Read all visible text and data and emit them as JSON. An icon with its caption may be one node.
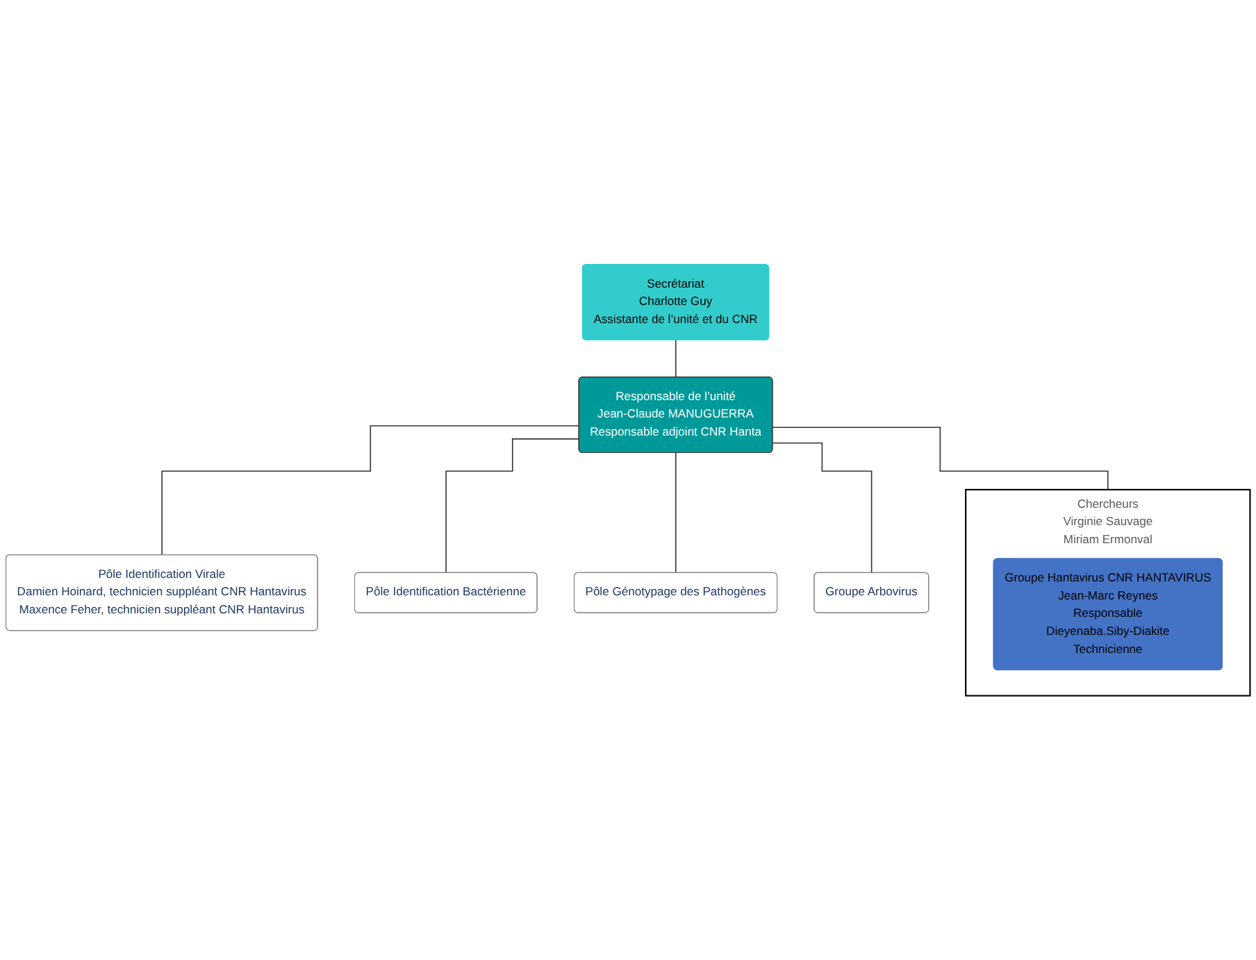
{
  "diagram": {
    "nodes": [
      {
        "text": [
          "Secrétariat",
          "Charlotte Guy",
          "Assistante de l’unité et du CNR"
        ]
      },
      {
        "text": [
          "Responsable de l’unité",
          "Jean-Claude MANUGUERRA",
          "Responsable adjoint CNR Hanta"
        ]
      },
      {
        "text": [
          "Pôle Identification Virale",
          "Damien Hoinard, technicien suppléant CNR Hantavirus",
          "Maxence Feher, technicien suppléant CNR Hantavirus"
        ]
      },
      {
        "text": [
          "Pôle Identification Bactérienne"
        ]
      },
      {
        "text": [
          "Pôle Génotypage des Pathogènes"
        ]
      },
      {
        "text": [
          "Groupe Arbovirus"
        ]
      },
      {
        "text": [
          "Chercheurs",
          "Virginie Sauvage",
          "Miriam Ermonval"
        ]
      },
      {
        "text": [
          "Groupe Hantavirus CNR HANTAVIRUS",
          "Jean-Marc Reynes",
          "Responsable",
          "Dieyenaba.Siby-Diakite",
          "Technicienne"
        ],
        "in": 6
      }
    ],
    "edges": [
      {
        "from": 0,
        "to": 1,
        "arrow": "none"
      },
      {
        "from": 1,
        "to": 6,
        "arrow": "none"
      },
      {
        "from": 1,
        "to": 2,
        "arrow": "none"
      },
      {
        "from": 1,
        "to": 3,
        "arrow": "none"
      },
      {
        "from": 1,
        "to": 4,
        "arrow": "none"
      },
      {
        "from": 1,
        "to": 5,
        "arrow": "none"
      }
    ]
  }
}
